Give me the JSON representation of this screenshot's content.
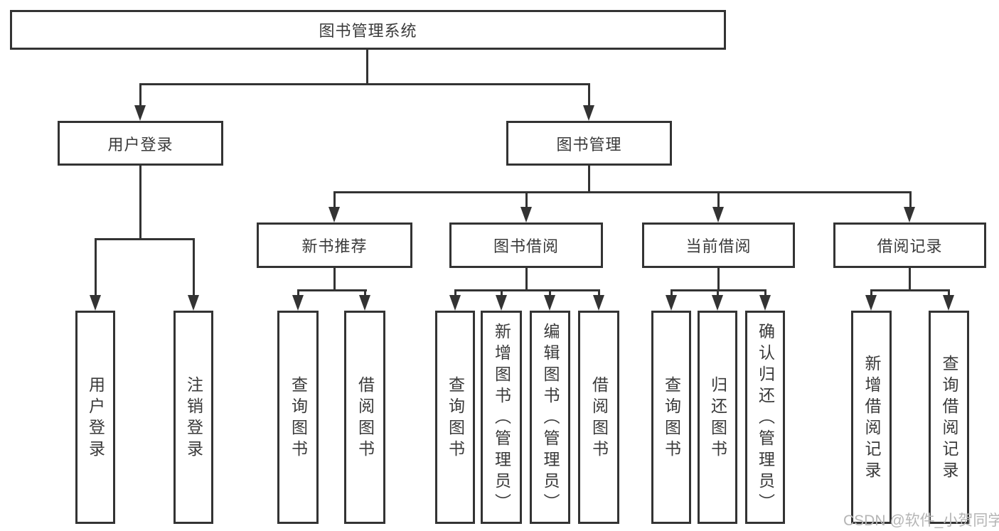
{
  "diagram": {
    "root": {
      "label": "图书管理系统"
    },
    "level2": [
      {
        "label": "用户登录"
      },
      {
        "label": "图书管理"
      }
    ],
    "level3": [
      {
        "label": "新书推荐"
      },
      {
        "label": "图书借阅"
      },
      {
        "label": "当前借阅"
      },
      {
        "label": "借阅记录"
      }
    ],
    "leaves": {
      "user_login": [
        {
          "label": "用户登录"
        },
        {
          "label": "注销登录"
        }
      ],
      "new_book": [
        {
          "label": "查询图书"
        },
        {
          "label": "借阅图书"
        }
      ],
      "book_borrow": [
        {
          "label": "查询图书"
        },
        {
          "label": "新增图书（管理员）"
        },
        {
          "label": "编辑图书（管理员）"
        },
        {
          "label": "借阅图书"
        }
      ],
      "current_borrow": [
        {
          "label": "查询图书"
        },
        {
          "label": "归还图书"
        },
        {
          "label": "确认归还（管理员）"
        }
      ],
      "borrow_record": [
        {
          "label": "新增借阅记录"
        },
        {
          "label": "查询借阅记录"
        }
      ]
    },
    "watermark": "CSDN @软件_小贺同学",
    "colors": {
      "line": "#333333",
      "text": "#3a3a3a",
      "background": "#ffffff",
      "watermark": "#b5b5b5"
    }
  }
}
